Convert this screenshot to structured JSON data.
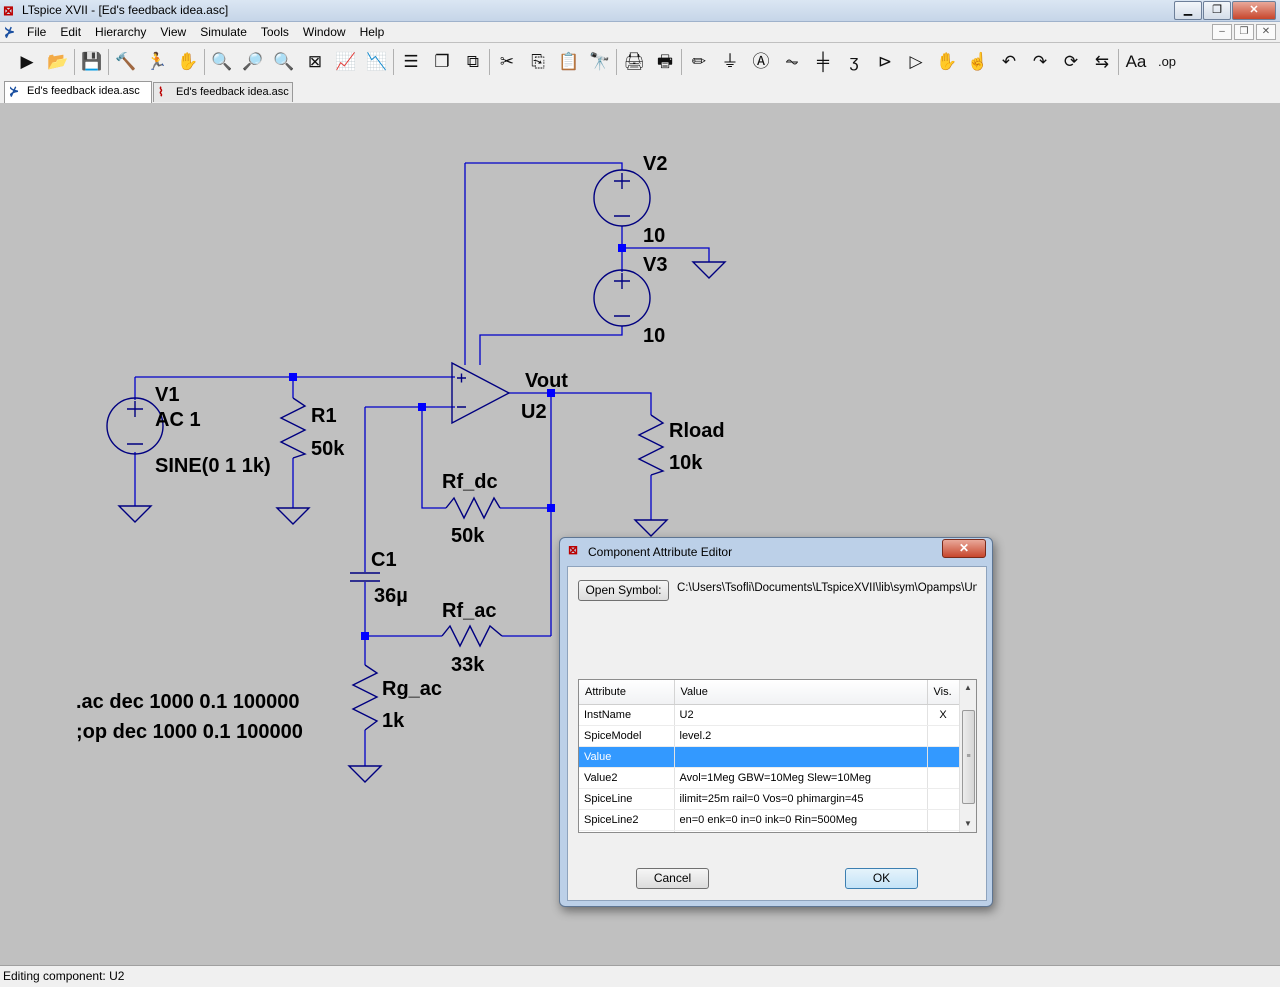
{
  "window": {
    "title": "LTspice XVII - [Ed's feedback idea.asc]",
    "buttons": {
      "minimize": "▁",
      "restore": "❐",
      "close": "✕"
    }
  },
  "menu": {
    "items": [
      "File",
      "Edit",
      "Hierarchy",
      "View",
      "Simulate",
      "Tools",
      "Window",
      "Help"
    ],
    "mdi_buttons": [
      "‒",
      "❐",
      "✕"
    ]
  },
  "toolbar": {
    "icons": [
      {
        "name": "run-icon",
        "glyph": "▶"
      },
      {
        "name": "open-icon",
        "glyph": "📂"
      },
      {
        "name": "save-icon",
        "glyph": "💾"
      },
      {
        "name": "control-panel-icon",
        "glyph": "🔨"
      },
      {
        "name": "halt-icon",
        "glyph": "🏃"
      },
      {
        "name": "pan-icon",
        "glyph": "✋"
      },
      {
        "name": "zoom-in-icon",
        "glyph": "🔍"
      },
      {
        "name": "zoom-pan-icon",
        "glyph": "🔎"
      },
      {
        "name": "zoom-out-icon",
        "glyph": "🔍"
      },
      {
        "name": "zoom-fit-icon",
        "glyph": "⊠"
      },
      {
        "name": "autorange-icon",
        "glyph": "📈"
      },
      {
        "name": "plot-settings-icon",
        "glyph": "📉"
      },
      {
        "name": "tile-horizontal-icon",
        "glyph": "☰"
      },
      {
        "name": "cascade-icon",
        "glyph": "❐"
      },
      {
        "name": "tile-vertical-icon",
        "glyph": "⧉"
      },
      {
        "name": "cut-icon",
        "glyph": "✂"
      },
      {
        "name": "copy-icon",
        "glyph": "⎘"
      },
      {
        "name": "paste-icon",
        "glyph": "📋"
      },
      {
        "name": "find-icon",
        "glyph": "🔭"
      },
      {
        "name": "print-icon",
        "glyph": "🖨"
      },
      {
        "name": "print-setup-icon",
        "glyph": "🖶"
      },
      {
        "name": "draw-wire-icon",
        "glyph": "✏"
      },
      {
        "name": "ground-icon",
        "glyph": "⏚"
      },
      {
        "name": "label-net-icon",
        "glyph": "Ⓐ"
      },
      {
        "name": "resistor-icon",
        "glyph": "⏦"
      },
      {
        "name": "capacitor-icon",
        "glyph": "╪"
      },
      {
        "name": "inductor-icon",
        "glyph": "ʒ"
      },
      {
        "name": "diode-icon",
        "glyph": "⊳"
      },
      {
        "name": "component-icon",
        "glyph": "▷"
      },
      {
        "name": "move-icon",
        "glyph": "✋"
      },
      {
        "name": "drag-icon",
        "glyph": "☝"
      },
      {
        "name": "undo-icon",
        "glyph": "↶"
      },
      {
        "name": "redo-icon",
        "glyph": "↷"
      },
      {
        "name": "rotate-icon",
        "glyph": "⟳"
      },
      {
        "name": "mirror-icon",
        "glyph": "⇆"
      },
      {
        "name": "text-icon",
        "glyph": "Aa"
      },
      {
        "name": "spice-directive-icon",
        "glyph": ".op"
      }
    ]
  },
  "tabs": [
    {
      "label": "Ed's feedback idea.asc",
      "active": true
    },
    {
      "label": "Ed's feedback idea.asc",
      "active": false
    }
  ],
  "schematic": {
    "labels": {
      "v2": "V2",
      "v2_value": "10",
      "v3": "V3",
      "v3_value": "10",
      "v1": "V1",
      "v1_ac": "AC 1",
      "v1_sine": "SINE(0 1 1k)",
      "r1": "R1",
      "r1_value": "50k",
      "vout": "Vout",
      "u2": "U2",
      "rload": "Rload",
      "rload_value": "10k",
      "rf_dc": "Rf_dc",
      "rf_dc_value": "50k",
      "c1": "C1",
      "c1_value": "36µ",
      "rf_ac": "Rf_ac",
      "rf_ac_value": "33k",
      "rg_ac": "Rg_ac",
      "rg_ac_value": "1k",
      "directive1": ".ac dec 1000 0.1 100000",
      "directive2": ";op dec 1000 0.1 100000"
    },
    "colors": {
      "wire": "#0000c8",
      "component": "#000080",
      "junction": "#0000ff",
      "canvas": "#c0c0c0"
    }
  },
  "dialog": {
    "title": "Component Attribute Editor",
    "close_label": "✕",
    "open_symbol_label": "Open Symbol:",
    "symbol_path": "C:\\Users\\Tsofli\\Documents\\LTspiceXVII\\lib\\sym\\Opamps\\Uni",
    "columns": [
      "Attribute",
      "Value",
      "Vis."
    ],
    "rows": [
      {
        "attribute": "InstName",
        "value": "U2",
        "vis": "X"
      },
      {
        "attribute": "SpiceModel",
        "value": "level.2",
        "vis": ""
      },
      {
        "attribute": "Value",
        "value": "",
        "vis": "",
        "selected": true
      },
      {
        "attribute": "Value2",
        "value": "Avol=1Meg GBW=10Meg Slew=10Meg",
        "vis": ""
      },
      {
        "attribute": "SpiceLine",
        "value": "ilimit=25m rail=0 Vos=0 phimargin=45",
        "vis": ""
      },
      {
        "attribute": "SpiceLine2",
        "value": "en=0 enk=0 in=0 ink=0 Rin=500Meg",
        "vis": ""
      }
    ],
    "scroll": {
      "up": "▲",
      "down": "▼",
      "grip": "≡"
    },
    "cancel_label": "Cancel",
    "ok_label": "OK"
  },
  "status": {
    "text": "Editing component: U2"
  }
}
